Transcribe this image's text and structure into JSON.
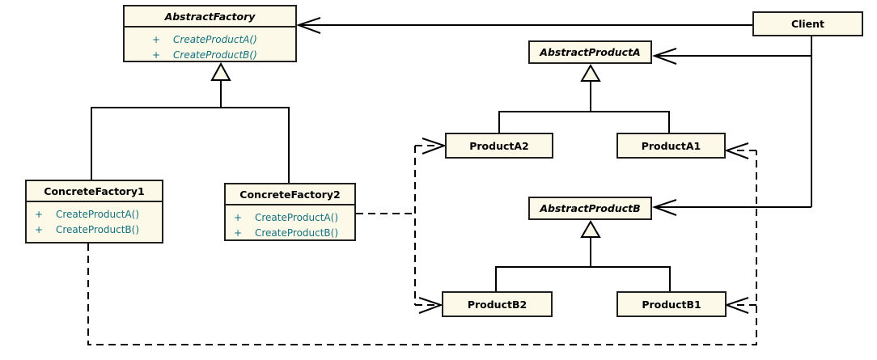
{
  "colors": {
    "box_fill": "#FDF9E9",
    "box_border": "#1F1F1F",
    "method_text": "#15707E",
    "line": "#000000"
  },
  "classes": {
    "abstract_factory": {
      "name": "AbstractFactory",
      "abstract": true,
      "methods": [
        {
          "visibility": "+",
          "signature": "CreateProductA()"
        },
        {
          "visibility": "+",
          "signature": "CreateProductB()"
        }
      ]
    },
    "client": {
      "name": "Client"
    },
    "abstract_product_a": {
      "name": "AbstractProductA",
      "abstract": true
    },
    "product_a2": {
      "name": "ProductA2"
    },
    "product_a1": {
      "name": "ProductA1"
    },
    "abstract_product_b": {
      "name": "AbstractProductB",
      "abstract": true
    },
    "product_b2": {
      "name": "ProductB2"
    },
    "product_b1": {
      "name": "ProductB1"
    },
    "concrete_factory_1": {
      "name": "ConcreteFactory1",
      "methods": [
        {
          "visibility": "+",
          "signature": "CreateProductA()"
        },
        {
          "visibility": "+",
          "signature": "CreateProductB()"
        }
      ]
    },
    "concrete_factory_2": {
      "name": "ConcreteFactory2",
      "methods": [
        {
          "visibility": "+",
          "signature": "CreateProductA()"
        },
        {
          "visibility": "+",
          "signature": "CreateProductB()"
        }
      ]
    }
  },
  "relationships": [
    {
      "from": "Client",
      "to": "AbstractFactory",
      "type": "association-open-arrow"
    },
    {
      "from": "Client",
      "to": "AbstractProductA",
      "type": "association-open-arrow"
    },
    {
      "from": "Client",
      "to": "AbstractProductB",
      "type": "association-open-arrow"
    },
    {
      "from": "ConcreteFactory1",
      "to": "AbstractFactory",
      "type": "generalization"
    },
    {
      "from": "ConcreteFactory2",
      "to": "AbstractFactory",
      "type": "generalization"
    },
    {
      "from": "ProductA2",
      "to": "AbstractProductA",
      "type": "generalization"
    },
    {
      "from": "ProductA1",
      "to": "AbstractProductA",
      "type": "generalization"
    },
    {
      "from": "ProductB2",
      "to": "AbstractProductB",
      "type": "generalization"
    },
    {
      "from": "ProductB1",
      "to": "AbstractProductB",
      "type": "generalization"
    },
    {
      "from": "ConcreteFactory2",
      "to": "ProductA2",
      "type": "dashed-dependency"
    },
    {
      "from": "ConcreteFactory2",
      "to": "ProductB2",
      "type": "dashed-dependency"
    },
    {
      "from": "ConcreteFactory1",
      "to": "ProductA1",
      "type": "dashed-dependency"
    },
    {
      "from": "ConcreteFactory1",
      "to": "ProductB1",
      "type": "dashed-dependency"
    }
  ]
}
